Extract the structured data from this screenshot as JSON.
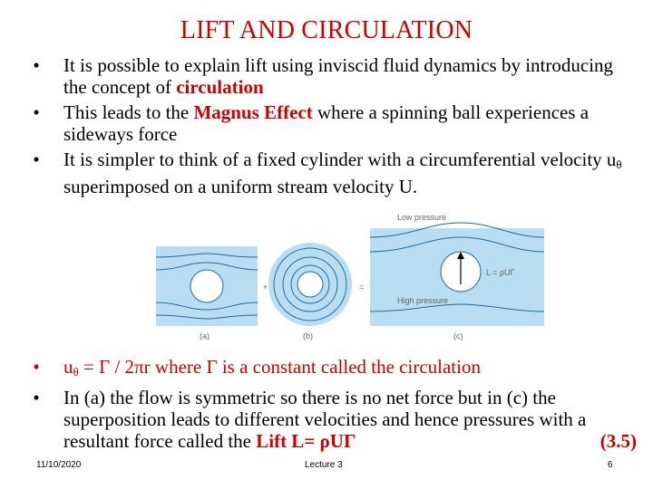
{
  "slide": {
    "title": "LIFT AND CIRCULATION",
    "bullets_top": [
      {
        "text_before": "It is possible to explain lift using inviscid fluid dynamics by introducing the concept of ",
        "highlight": "circulation",
        "text_after": ""
      },
      {
        "text_before": "This leads to the ",
        "highlight": "Magnus Effect",
        "text_after": "  where a spinning ball experiences a sideways force"
      },
      {
        "text_before": "It is simpler to think of a fixed cylinder with a circumferential velocity u",
        "subscript": "θ",
        "text_after": " superimposed on a uniform stream velocity U."
      }
    ],
    "figure": {
      "label_low_pressure": "Low pressure",
      "label_high_pressure": "High pressure",
      "label_lift": "L = ρUΓ",
      "label_a": "(a)",
      "label_b": "(b)",
      "label_c": "(c)",
      "plus": "+",
      "equals": "=",
      "colors": {
        "flow": "#b9def2",
        "line": "#1e6e9e"
      }
    },
    "bullets_bottom": [
      {
        "u": "u",
        "subscript": "θ",
        "text": " = Γ / 2πr where Γ is a constant called the circulation"
      },
      {
        "text_before": "In (a) the flow is symmetric so there is no net force but in (c) the superposition leads to different velocities and hence pressures with a resultant force called the ",
        "highlight": "Lift L= ρUΓ",
        "equation_number": "(3.5)"
      }
    ],
    "footer": {
      "date": "11/10/2020",
      "center": "Lecture 3",
      "page": "6"
    }
  }
}
